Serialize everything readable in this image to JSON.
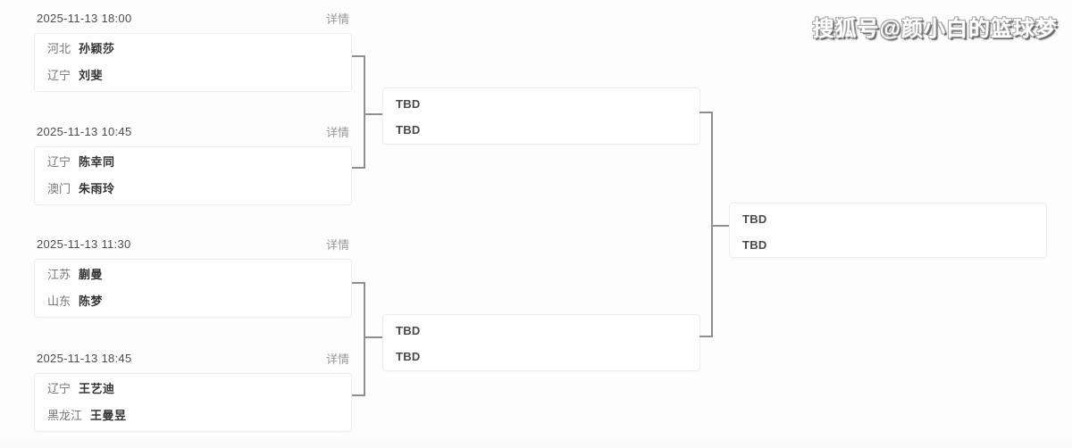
{
  "watermark": {
    "text": "搜狐号@颜小白的篮球梦"
  },
  "bracket": {
    "round1": [
      {
        "datetime": "2025-11-13 18:00",
        "details": "详情",
        "p1_region": "河北",
        "p1_name": "孙颖莎",
        "p2_region": "辽宁",
        "p2_name": "刘斐"
      },
      {
        "datetime": "2025-11-13 10:45",
        "details": "详情",
        "p1_region": "辽宁",
        "p1_name": "陈幸同",
        "p2_region": "澳门",
        "p2_name": "朱雨玲"
      },
      {
        "datetime": "2025-11-13 11:30",
        "details": "详情",
        "p1_region": "江苏",
        "p1_name": "蒯曼",
        "p2_region": "山东",
        "p2_name": "陈梦"
      },
      {
        "datetime": "2025-11-13 18:45",
        "details": "详情",
        "p1_region": "辽宁",
        "p1_name": "王艺迪",
        "p2_region": "黑龙江",
        "p2_name": "王曼昱"
      }
    ],
    "semifinal1": {
      "p1": "TBD",
      "p2": "TBD"
    },
    "semifinal2": {
      "p1": "TBD",
      "p2": "TBD"
    },
    "final": {
      "p1": "TBD",
      "p2": "TBD"
    }
  },
  "colors": {
    "page_background": "#fdfdfd",
    "box_border": "#ededed",
    "connector_line": "#8f8f8f",
    "date_text": "#4c4c4c",
    "details_link": "#999999",
    "region_text": "#777777",
    "player_text": "#333333",
    "tbd_text": "#4a4a4a"
  }
}
